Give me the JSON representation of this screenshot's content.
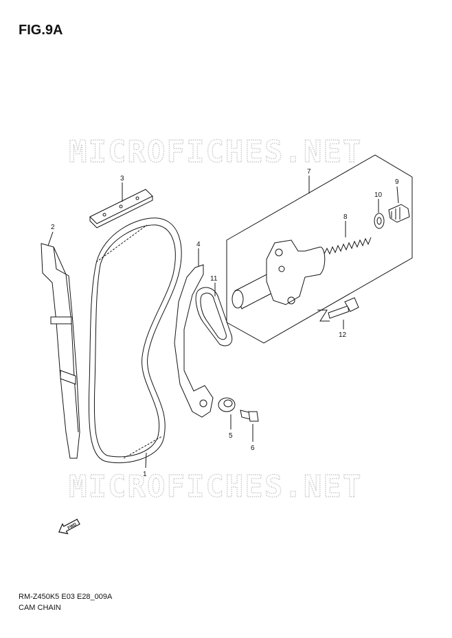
{
  "figure": {
    "title": "FIG.9A"
  },
  "footer": {
    "code": "RM-Z450K5 E03 E28_009A",
    "name": "CAM CHAIN"
  },
  "watermark": {
    "text": "MICROFICHES.NET",
    "color": "#c8c8c8"
  },
  "fwd_label": "FWD",
  "callouts": [
    {
      "id": "1",
      "label": "1"
    },
    {
      "id": "2",
      "label": "2"
    },
    {
      "id": "3",
      "label": "3"
    },
    {
      "id": "4",
      "label": "4"
    },
    {
      "id": "5",
      "label": "5"
    },
    {
      "id": "6",
      "label": "6"
    },
    {
      "id": "7",
      "label": "7"
    },
    {
      "id": "8",
      "label": "8"
    },
    {
      "id": "9",
      "label": "9"
    },
    {
      "id": "10",
      "label": "10"
    },
    {
      "id": "11",
      "label": "11"
    },
    {
      "id": "12",
      "label": "12"
    }
  ]
}
